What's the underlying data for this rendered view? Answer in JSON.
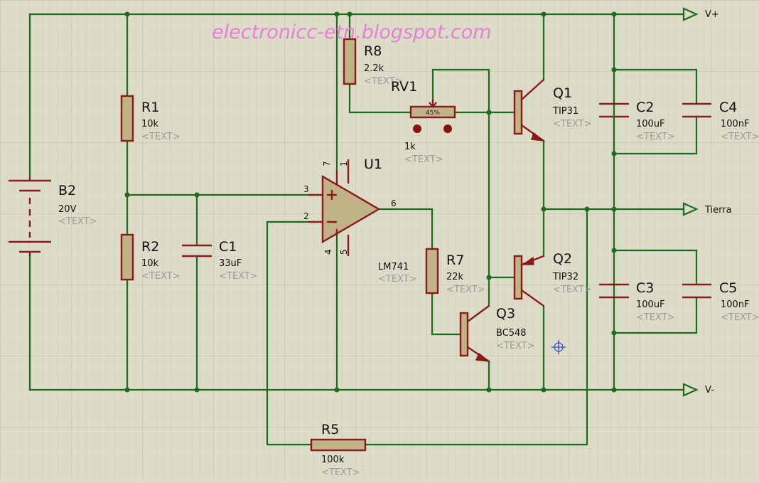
{
  "watermark": "electronicc-etn.blogspot.com",
  "placeholder": "<TEXT>",
  "nets": {
    "vplus": "V+",
    "vminus": "V-",
    "ground": "Tierra"
  },
  "components": {
    "b2": {
      "ref": "B2",
      "value": "20V"
    },
    "r1": {
      "ref": "R1",
      "value": "10k"
    },
    "r2": {
      "ref": "R2",
      "value": "10k"
    },
    "c1": {
      "ref": "C1",
      "value": "33uF"
    },
    "r8": {
      "ref": "R8",
      "value": "2.2k"
    },
    "rv1": {
      "ref": "RV1",
      "value": "1k",
      "wiper": "45%"
    },
    "u1": {
      "ref": "U1",
      "value": "LM741",
      "pins": {
        "p7": "7",
        "p1": "1",
        "p3": "3",
        "p2": "2",
        "p6": "6",
        "p4": "4",
        "p5": "5"
      }
    },
    "q1": {
      "ref": "Q1",
      "value": "TIP31"
    },
    "q2": {
      "ref": "Q2",
      "value": "TIP32"
    },
    "q3": {
      "ref": "Q3",
      "value": "BC548"
    },
    "r7": {
      "ref": "R7",
      "value": "22k"
    },
    "c2": {
      "ref": "C2",
      "value": "100uF"
    },
    "c3": {
      "ref": "C3",
      "value": "100uF"
    },
    "c4": {
      "ref": "C4",
      "value": "100nF"
    },
    "c5": {
      "ref": "C5",
      "value": "100nF"
    },
    "r5": {
      "ref": "R5",
      "value": "100k"
    }
  },
  "colors": {
    "wire": "#1e6b1e",
    "component": "#8b1a1a",
    "body": "#c2b287",
    "background": "#dcdcc8",
    "grid": "#c8c8b2",
    "watermark": "#e77fd8"
  }
}
